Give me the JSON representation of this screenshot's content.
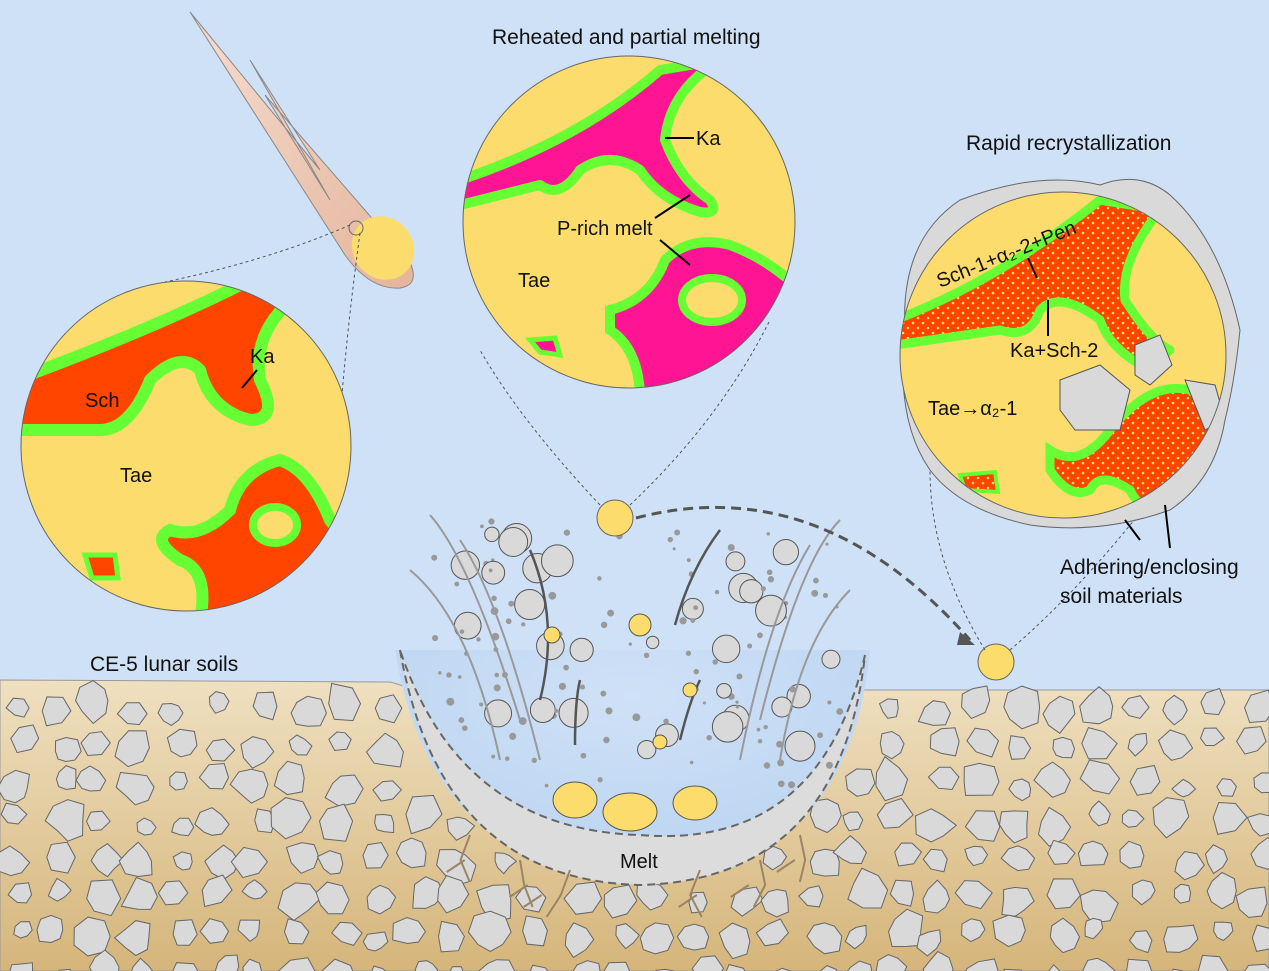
{
  "titles": {
    "middle": "Reheated and partial melting",
    "right": "Rapid recrystallization",
    "soils": "CE-5 lunar soils"
  },
  "left_circle": {
    "sch": "Sch",
    "ka": "Ka",
    "tae": "Tae"
  },
  "middle_circle": {
    "ka": "Ka",
    "melt": "P-rich melt",
    "tae": "Tae"
  },
  "right_circle": {
    "top_label": "Sch-1+α₂-2+Pen",
    "ka_sch2": "Ka+Sch-2",
    "tae_alpha": "Tae→α₂-1",
    "adhering_line1": "Adhering/enclosing",
    "adhering_line2": "soil materials"
  },
  "crater": {
    "melt": "Melt"
  },
  "colors": {
    "sky": "#cfe1f7",
    "tae": "#fcdc6c",
    "sch": "#ff4500",
    "ka": "#66ff33",
    "melt": "#ff1493",
    "rock": "#d9d9d9",
    "soil_top": "#efe0c0",
    "soil_bottom": "#d7b87e"
  }
}
